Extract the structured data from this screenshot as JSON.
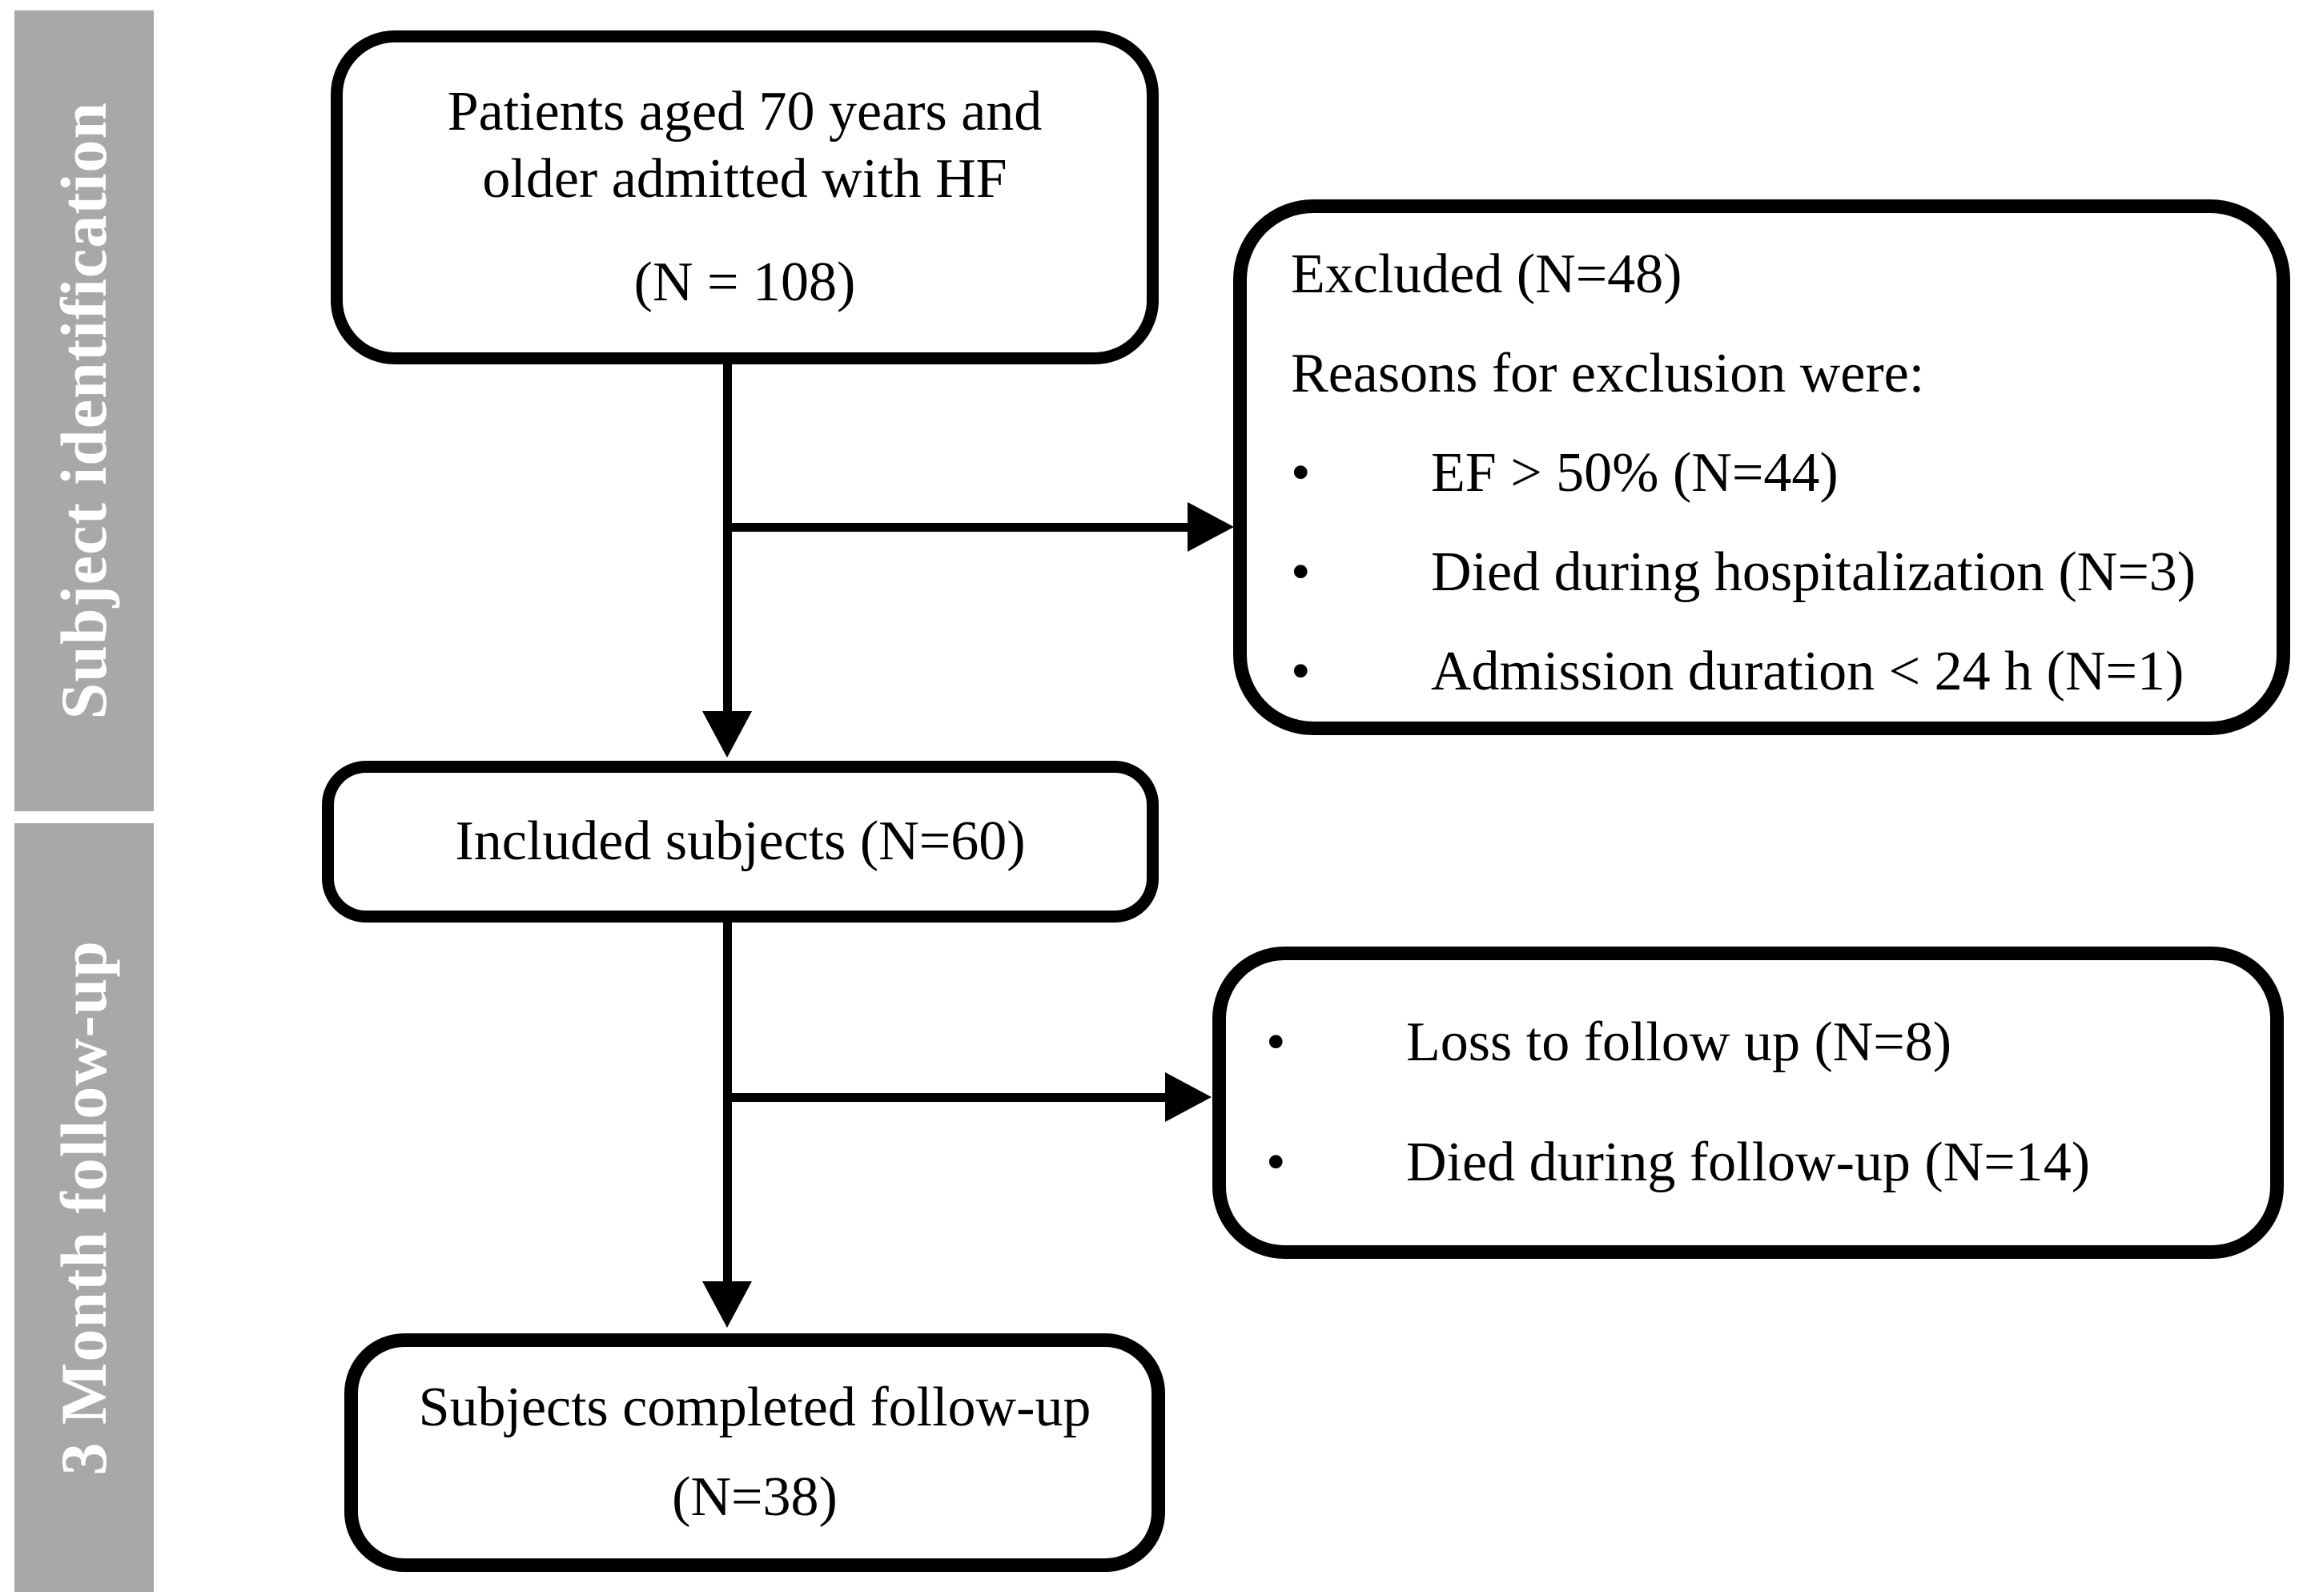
{
  "colors": {
    "background": "#ffffff",
    "box_border": "#000000",
    "text": "#000000",
    "connector": "#000000",
    "sidebar_bg": "#a8a8a8",
    "sidebar_text": "#ffffff"
  },
  "icons": {
    "bullet": "•"
  },
  "sidebar": {
    "identification_label": "Subject identification",
    "followup_label": "3 Month follow-up"
  },
  "boxes": {
    "population": {
      "lines": [
        "Patients aged 70 years and",
        "older admitted  with HF",
        "(N = 108)"
      ]
    },
    "excluded": {
      "title": "Excluded (N=48)",
      "subtitle": "Reasons for exclusion were:",
      "items": [
        "EF > 50% (N=44)",
        "Died during hospitalization (N=3)",
        "Admission duration < 24 h (N=1)"
      ]
    },
    "included": {
      "label": "Included subjects (N=60)"
    },
    "followup_losses": {
      "items": [
        "Loss to follow up (N=8)",
        "Died during follow-up (N=14)"
      ]
    },
    "completed": {
      "lines": [
        "Subjects completed follow-up",
        "(N=38)"
      ]
    }
  }
}
